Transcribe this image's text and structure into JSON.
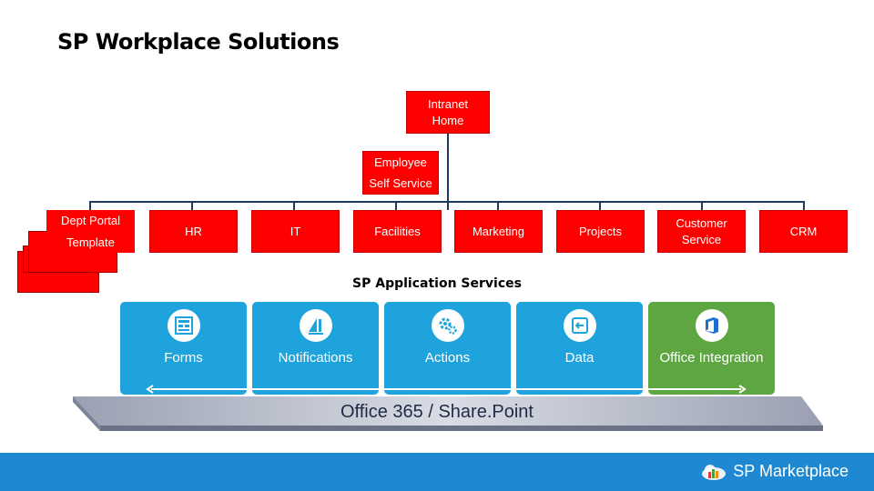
{
  "title": "SP Workplace Solutions",
  "intranet_home": [
    "Intranet",
    "Home"
  ],
  "employee_self_service": [
    "Employee",
    "Self Service"
  ],
  "dept_portal": [
    "Dept Portal",
    "Template"
  ],
  "departments": [
    "HR",
    "IT",
    "Facilities",
    "Marketing",
    "Projects",
    "Customer Service",
    "CRM"
  ],
  "app_services_title": "SP Application Services",
  "services": [
    {
      "label": "Forms",
      "icon": "forms-icon"
    },
    {
      "label": "Notifications",
      "icon": "notifications-icon"
    },
    {
      "label": "Actions",
      "icon": "gears-icon"
    },
    {
      "label": "Data",
      "icon": "data-import-icon"
    },
    {
      "label": "Office Integration",
      "icon": "office-icon"
    }
  ],
  "platform": "Office 365 / Share.Point",
  "brand": "SP Marketplace",
  "colors": {
    "red": "#ff0000",
    "blue_tile": "#1fa3dc",
    "green_tile": "#5da642",
    "footer": "#1e88d3"
  }
}
